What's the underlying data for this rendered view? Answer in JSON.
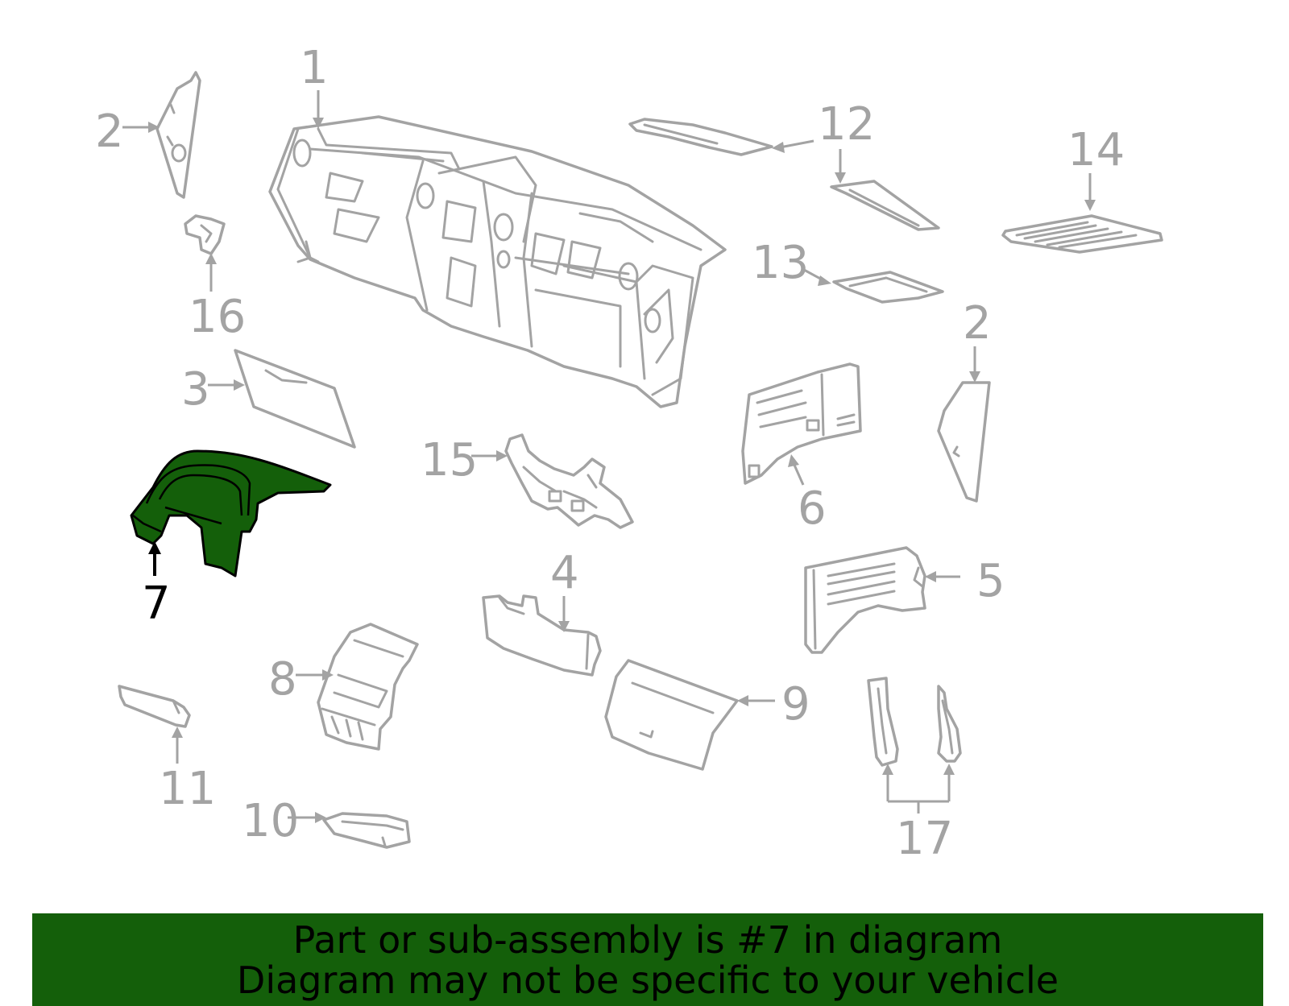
{
  "labels": {
    "p1": "1",
    "p2a": "2",
    "p2b": "2",
    "p3": "3",
    "p4": "4",
    "p5": "5",
    "p6": "6",
    "p7": "7",
    "p8": "8",
    "p9": "9",
    "p10": "10",
    "p11": "11",
    "p12": "12",
    "p13": "13",
    "p14": "14",
    "p15": "15",
    "p16": "16",
    "p17": "17"
  },
  "banner": {
    "line1": "Part or sub-assembly is #7 in diagram",
    "line2": "Diagram may not be specific to your vehicle"
  },
  "colors": {
    "highlight": "#145f0a",
    "line_gray": "#a3a3a3"
  }
}
